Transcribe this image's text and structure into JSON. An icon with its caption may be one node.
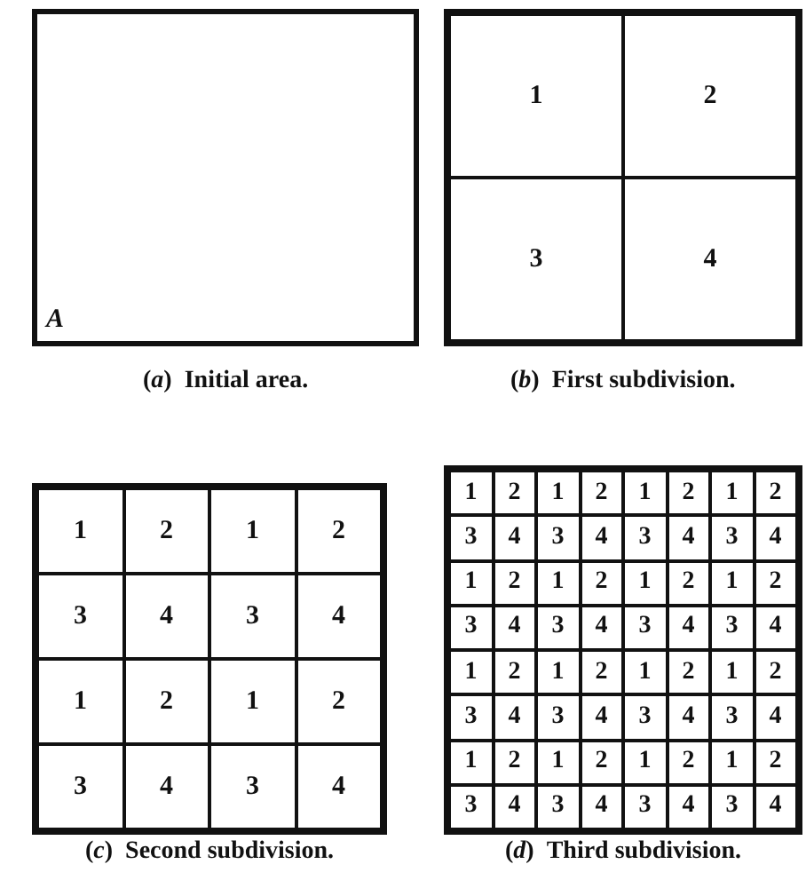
{
  "diagram": {
    "nodes": [
      {
        "text": [
          "A"
        ],
        "beside": [
          "(*a*)  Initial area."
        ]
      },
      {
        "text": [],
        "shape": "box",
        "beside": [
          "(*b*)  First subdivision."
        ]
      },
      {
        "text": [],
        "shape": "box",
        "beside": [
          "(*c*)  Second subdivision."
        ]
      },
      {
        "text": [],
        "shape": "box",
        "beside": [
          "(*d*)  Third subdivision."
        ]
      }
    ],
    "edges": [],
    "labels": [
      "1",
      "2",
      "3",
      "4",
      "1",
      "2",
      "1",
      "2",
      "3",
      "4",
      "3",
      "4",
      "1",
      "2",
      "1",
      "2",
      "3",
      "4",
      "3",
      "4",
      "1",
      "2",
      "1",
      "2",
      "1",
      "2",
      "1",
      "2",
      "3",
      "4",
      "3",
      "4",
      "3",
      "4",
      "3",
      "4",
      "1",
      "2",
      "1",
      "2",
      "1",
      "2",
      "1",
      "2",
      "3",
      "4",
      "3",
      "4",
      "3",
      "4",
      "3",
      "4",
      "1",
      "2",
      "1",
      "2",
      "1",
      "2",
      "1",
      "2",
      "3",
      "4",
      "3",
      "4",
      "3",
      "4",
      "3",
      "4",
      "1",
      "2",
      "1",
      "2",
      "1",
      "2",
      "1",
      "2",
      "3",
      "4",
      "3",
      "4",
      "3",
      "4",
      "3",
      "4"
    ]
  }
}
